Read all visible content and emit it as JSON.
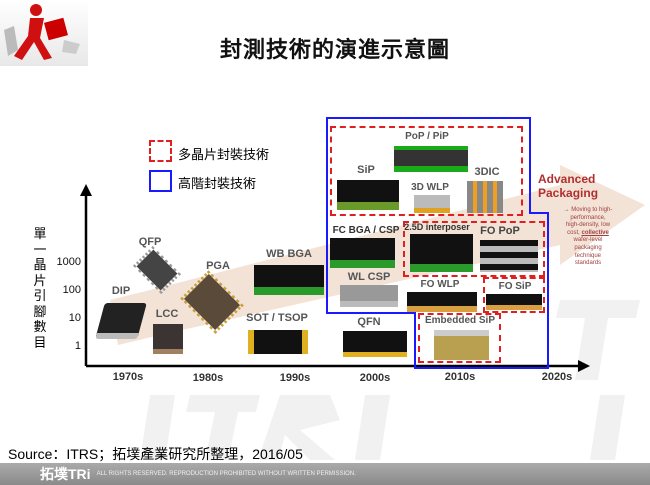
{
  "title": "封測技術的演進示意圖",
  "legend": [
    {
      "label": "多晶片封裝技術",
      "style": "red-dashed",
      "color": "#e02020"
    },
    {
      "label": "高階封裝技術",
      "style": "blue-solid",
      "color": "#1a1aff"
    }
  ],
  "y_axis": {
    "label_chars": [
      "單",
      "一",
      "晶",
      "片",
      "引",
      "腳",
      "數",
      "目"
    ],
    "ticks": [
      "1000",
      "100",
      "10",
      "1"
    ]
  },
  "x_axis": {
    "ticks": [
      "1970s",
      "1980s",
      "1990s",
      "2000s",
      "2010s",
      "2020s"
    ]
  },
  "packages": {
    "dip": "DIP",
    "qfp": "QFP",
    "lcc": "LCC",
    "pga": "PGA",
    "wbbga": "WB BGA",
    "sot": "SOT / TSOP",
    "sip": "SiP",
    "pop": "PoP / PiP",
    "wlp3d": "3D WLP",
    "dic3": "3DIC",
    "fcbga": "FC BGA / CSP",
    "interposer": "2.5D interposer",
    "fopop": "FO PoP",
    "wlcsp": "WL CSP",
    "fowlp": "FO WLP",
    "fosip": "FO SiP",
    "qfn": "QFN",
    "embedded": "Embedded SiP"
  },
  "advanced": {
    "title1": "Advanced",
    "title2": "Packaging",
    "desc": [
      "→ Moving to high-",
      "performance,",
      "high-density, low",
      "cost, ",
      "wafer-level",
      "packaging",
      "technique",
      "standards"
    ],
    "desc_emph": "collective"
  },
  "source": "Source：ITRS；拓墣產業研究所整理，2016/05",
  "footer": {
    "logo": "拓墣TRi",
    "notice": "ALL RIGHTS RESERVED. REPRODUCTION PROHIBITED WITHOUT WRITTEN PERMISSION."
  },
  "colors": {
    "accent": "#b03030",
    "band": "#f3e2d6"
  }
}
